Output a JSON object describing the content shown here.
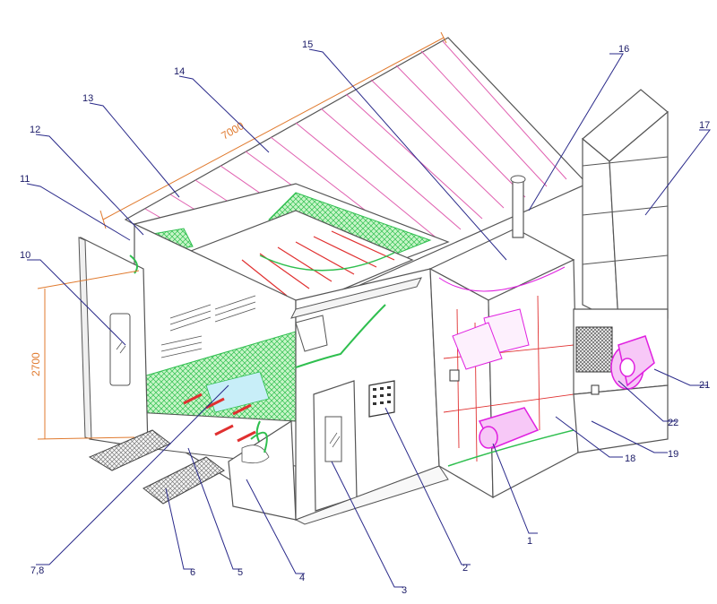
{
  "diagram": {
    "dimensions": {
      "length": "7000",
      "height": "2700"
    },
    "callouts": [
      {
        "id": "1",
        "label": "1"
      },
      {
        "id": "2",
        "label": "2"
      },
      {
        "id": "3",
        "label": "3"
      },
      {
        "id": "4",
        "label": "4"
      },
      {
        "id": "5",
        "label": "5"
      },
      {
        "id": "6",
        "label": "6"
      },
      {
        "id": "7_8",
        "label": "7,8"
      },
      {
        "id": "10",
        "label": "10"
      },
      {
        "id": "11",
        "label": "11"
      },
      {
        "id": "12",
        "label": "12"
      },
      {
        "id": "13",
        "label": "13"
      },
      {
        "id": "14",
        "label": "14"
      },
      {
        "id": "15",
        "label": "15"
      },
      {
        "id": "16",
        "label": "16"
      },
      {
        "id": "17",
        "label": "17"
      },
      {
        "id": "18",
        "label": "18"
      },
      {
        "id": "19",
        "label": "19"
      },
      {
        "id": "21",
        "label": "21"
      },
      {
        "id": "22",
        "label": "22"
      }
    ],
    "colors": {
      "outline": "#555555",
      "roof_lines": "#e060b0",
      "filter_green": "#2fbf4f",
      "red_lines": "#e03030",
      "magenta_parts": "#e020e0",
      "dimension_orange": "#e07a2e",
      "leader_blue": "#2a2a8a"
    }
  }
}
